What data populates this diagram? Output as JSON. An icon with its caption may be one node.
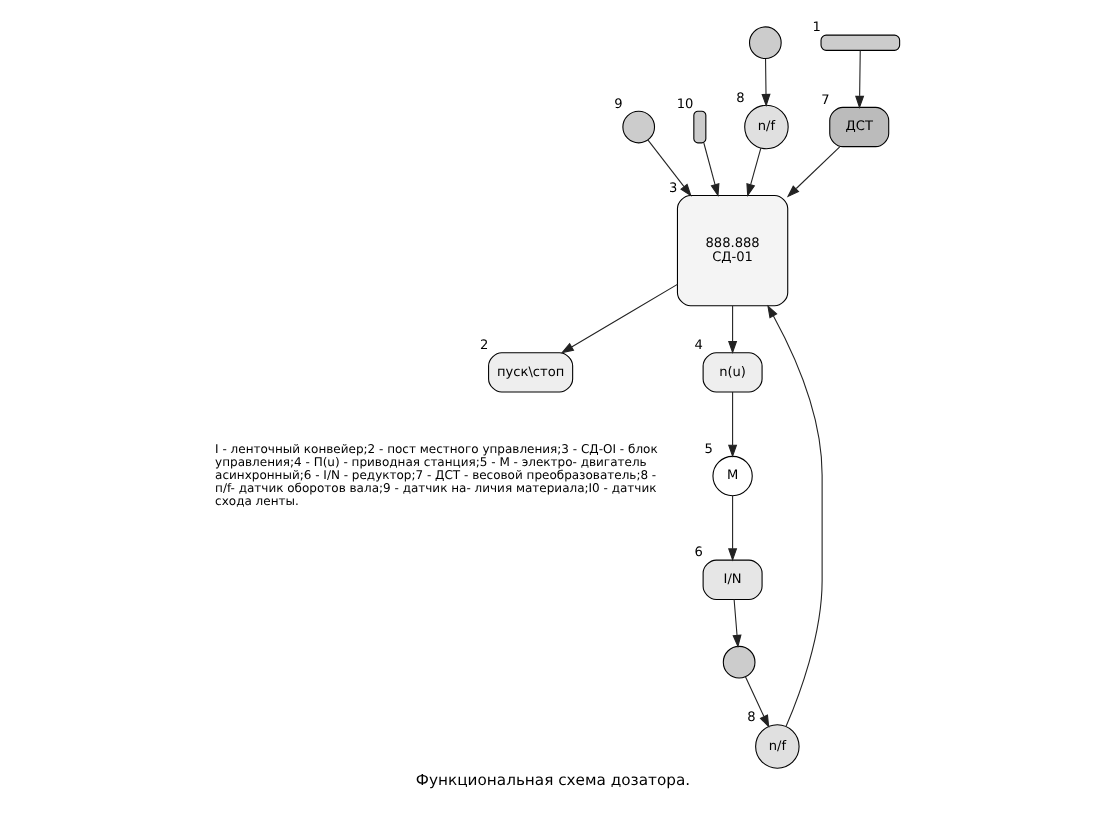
{
  "diagram": {
    "caption": "Функциональная схема дозатора.",
    "nodes": [
      {
        "text": [
          "888.888",
          "СД-01"
        ],
        "beside": [
          "3"
        ]
      },
      {
        "text": [
          "пуск\\стоп"
        ],
        "beside": [
          "2"
        ]
      },
      {
        "text": [
          "M"
        ],
        "beside": [
          "5"
        ]
      },
      {
        "text": [
          "n(u)"
        ],
        "beside": [
          "4"
        ]
      },
      {
        "text": [
          "I/N"
        ],
        "beside": [
          "6"
        ]
      },
      {
        "text": [],
        "shape": "bar",
        "beside": [
          "1"
        ]
      },
      {
        "text": [],
        "shape": "circle"
      },
      {
        "text": [],
        "shape": "circle"
      },
      {
        "text": [],
        "shape": "circle",
        "beside": [
          "9"
        ]
      },
      {
        "text": [],
        "shape": "bar",
        "beside": [
          "10"
        ]
      },
      {
        "text": [
          "n/f"
        ],
        "beside": [
          "8"
        ]
      },
      {
        "text": [
          "ДСТ"
        ],
        "beside": [
          "7"
        ]
      },
      {
        "text": [
          "n/f"
        ],
        "beside": [
          "8"
        ]
      }
    ],
    "edges": [
      {
        "from": 8,
        "to": 0,
        "arrow": "to"
      },
      {
        "from": 9,
        "to": 0,
        "arrow": "to"
      },
      {
        "from": 0,
        "to": 3,
        "arrow": "to"
      },
      {
        "from": 3,
        "to": 2,
        "arrow": "to"
      },
      {
        "from": 2,
        "to": 4,
        "arrow": "to"
      },
      {
        "from": 4,
        "to": 7,
        "arrow": "to"
      },
      {
        "from": 6,
        "to": 10,
        "arrow": "to"
      },
      {
        "from": 5,
        "to": 11,
        "arrow": "to"
      },
      {
        "from": 7,
        "to": 12,
        "arrow": "to"
      },
      {
        "from": 12,
        "to": 0,
        "arrow": "to"
      },
      {
        "from": 11,
        "to": 0,
        "arrow": "to"
      },
      {
        "from": 10,
        "to": 0,
        "arrow": "to"
      },
      {
        "from": 0,
        "to": 1,
        "arrow": "to"
      }
    ],
    "labels": [
      "I - ленточный конвейер;2 - пост местного управления;3 - СД-OI - блок управления;4 - П(u) - приводная станция;5 - M - электро- двигатель асинхронный;6 - I/N - редуктор;7 - ДСТ - весовой преобразователь;8 - п/f- датчик оборотов вала;9 - датчик на- личия материала;I0 - датчик схода ленты."
    ]
  }
}
